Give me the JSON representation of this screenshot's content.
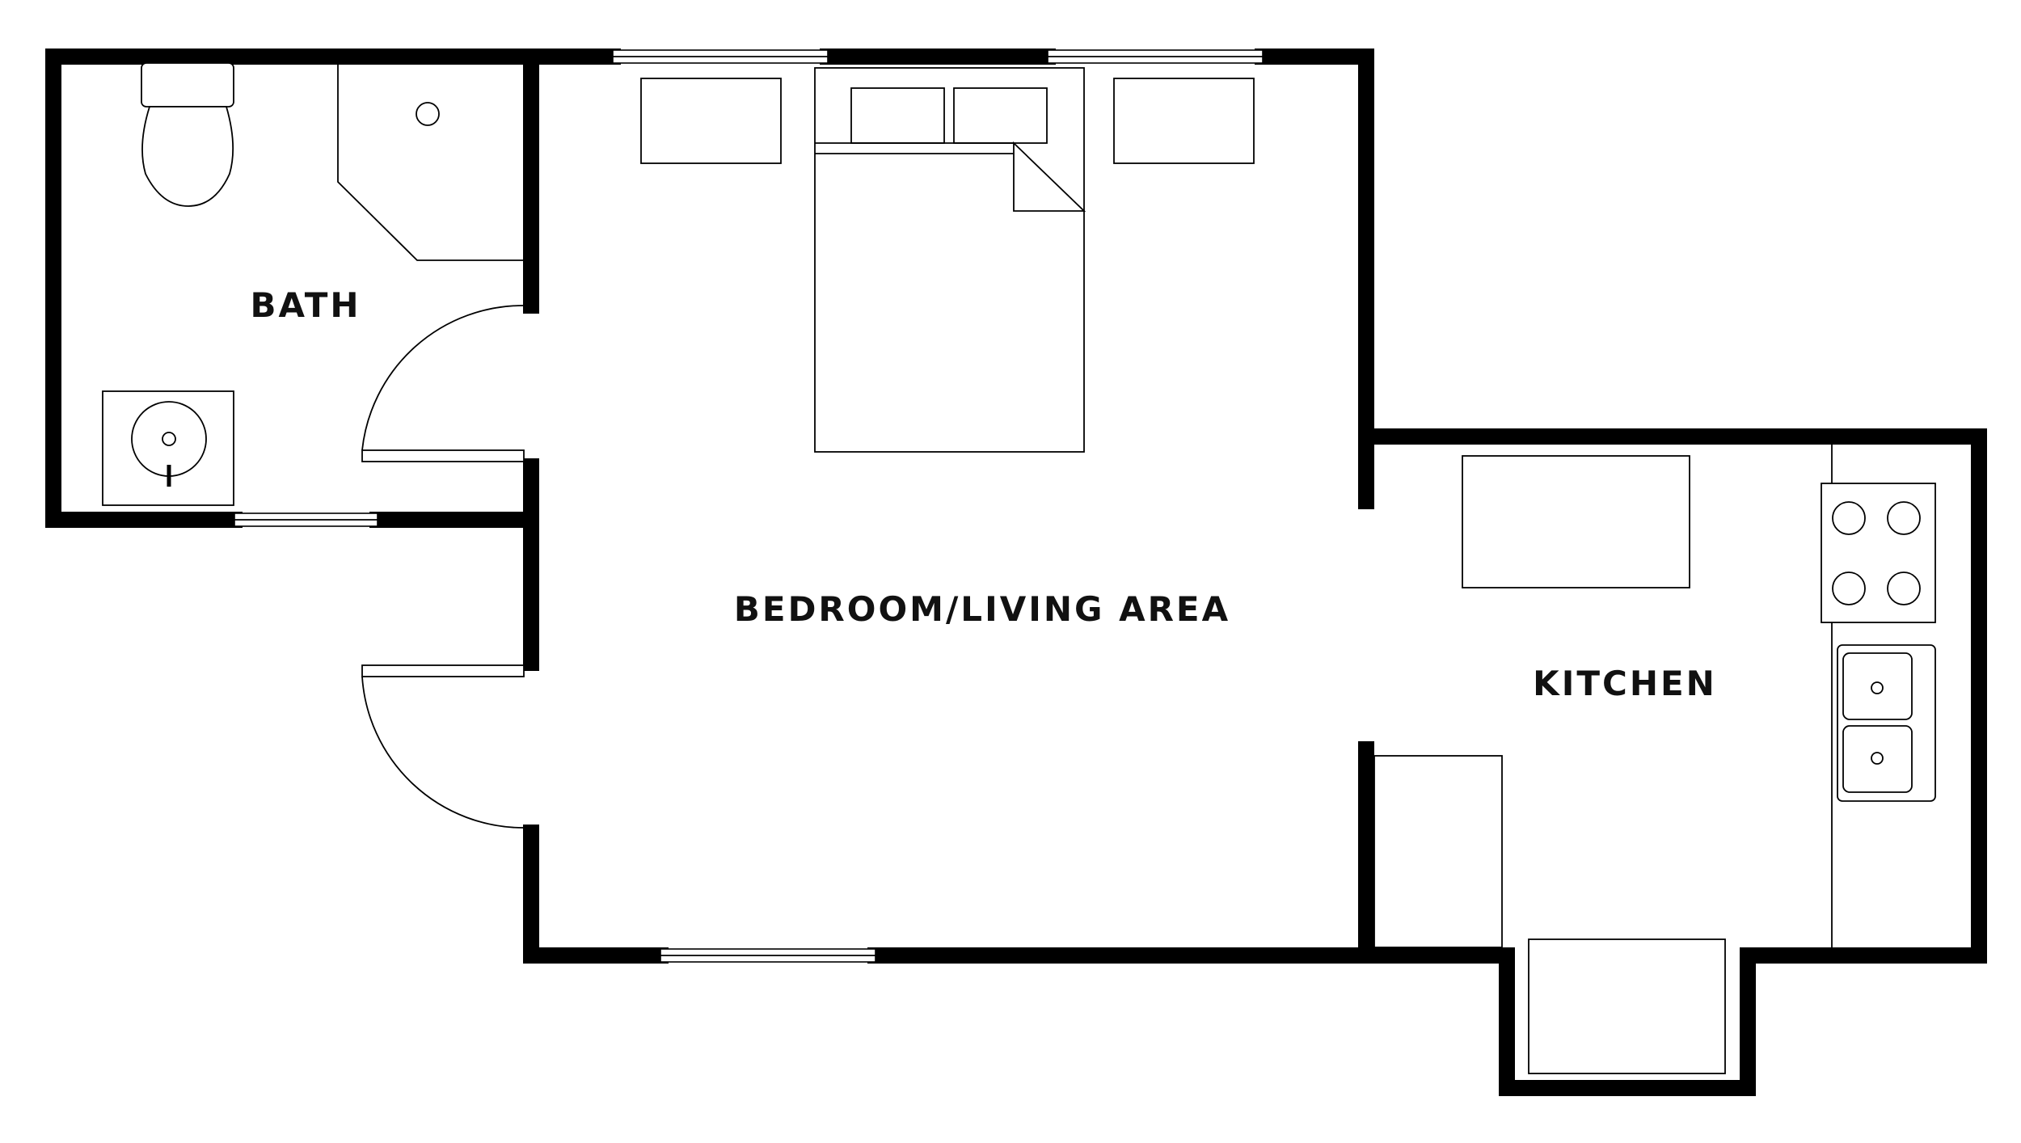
{
  "rooms": {
    "bath": "BATH",
    "bedroom_living": "BEDROOM/LIVING AREA",
    "kitchen": "KITCHEN"
  },
  "colors": {
    "wall": "#000000",
    "background": "#ffffff",
    "label": "#111111"
  }
}
